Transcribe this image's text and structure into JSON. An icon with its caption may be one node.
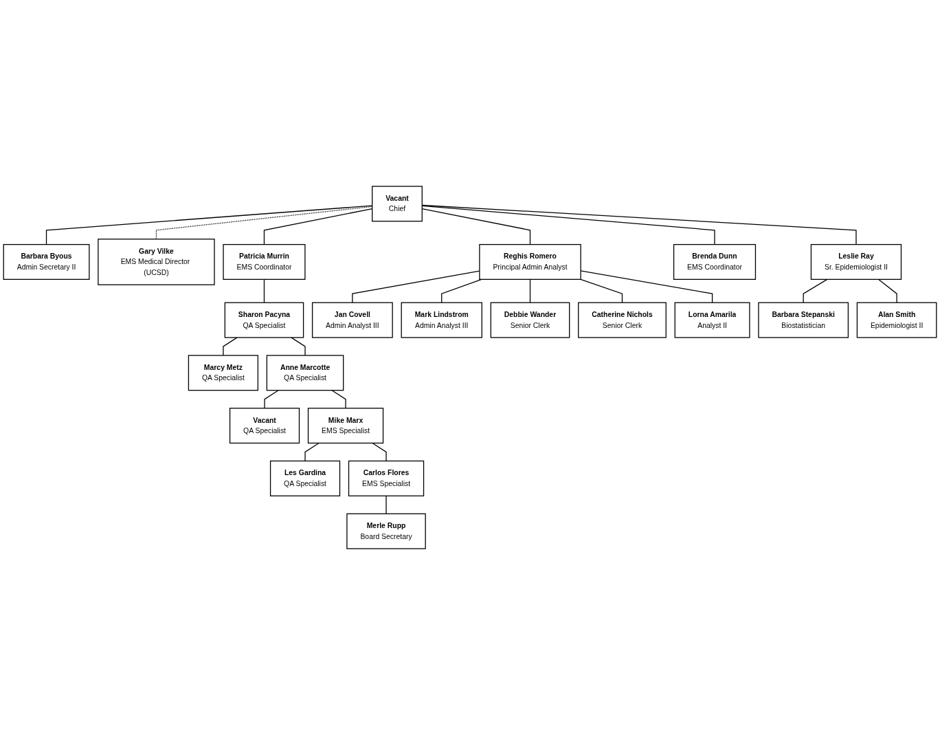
{
  "diagram": {
    "nodes": [
      {
        "text": [
          "Vacant",
          "Chief"
        ]
      },
      {
        "text": [
          "Barbara Byous",
          "Admin Secretary II"
        ]
      },
      {
        "text": [
          "Gary Vilke",
          "EMS Medical Director (UCSD)"
        ]
      },
      {
        "text": [
          "Patricia Murrin",
          "EMS Coordinator"
        ]
      },
      {
        "text": [
          "Reghis Romero",
          "Principal Admin Analyst"
        ]
      },
      {
        "text": [
          "Marcy Metz",
          "QA Specialist"
        ]
      },
      {
        "text": [
          "Sharon Pacyna",
          "QA Specialist"
        ]
      },
      {
        "text": [
          "Jan Covell",
          "Admin Analyst III"
        ]
      },
      {
        "text": [
          "Mark Lindstrom",
          "Admin Analyst III"
        ]
      },
      {
        "text": [
          "Vacant",
          "QA Specialist"
        ]
      },
      {
        "text": [
          "Anne Marcotte",
          "QA Specialist"
        ]
      },
      {
        "text": [
          "Debbie Wander",
          "Senior Clerk"
        ]
      },
      {
        "text": [
          "Catherine Nichols",
          "Senior Clerk"
        ]
      },
      {
        "text": [
          "Les Gardina",
          "QA Specialist"
        ]
      },
      {
        "text": [
          "Mike Marx",
          "EMS Specialist"
        ]
      },
      {
        "text": [
          "Lorna Amarila",
          "Analyst II"
        ]
      },
      {
        "text": [
          "Merle Rupp",
          "Board Secretary"
        ]
      },
      {
        "text": [
          "Carlos Flores",
          "EMS Specialist"
        ]
      },
      {
        "text": [
          "Brenda Dunn",
          "EMS Coordinator"
        ]
      },
      {
        "text": [
          "Leslie Ray",
          "Sr. Epidemiologist II"
        ]
      },
      {
        "text": [
          "Barbara Stepanski",
          "Biostatistician"
        ]
      },
      {
        "text": [
          "Alan Smith",
          "Epidemiologist II"
        ]
      }
    ],
    "edges": [
      {
        "from": 0,
        "to": 1,
        "arrow": "none"
      },
      {
        "from": 0,
        "to": 2,
        "arrow": "none",
        "style": "dashed"
      },
      {
        "from": 0,
        "to": 3,
        "arrow": "none"
      },
      {
        "from": 0,
        "to": 4,
        "arrow": "none"
      },
      {
        "from": 0,
        "to": 18,
        "arrow": "none"
      },
      {
        "from": 0,
        "to": 19,
        "arrow": "none"
      },
      {
        "from": 3,
        "to": 6,
        "arrow": "none"
      },
      {
        "from": 6,
        "to": 5,
        "arrow": "none"
      },
      {
        "from": 6,
        "to": 10,
        "arrow": "none"
      },
      {
        "from": 10,
        "to": 9,
        "arrow": "none"
      },
      {
        "from": 10,
        "to": 14,
        "arrow": "none"
      },
      {
        "from": 14,
        "to": 13,
        "arrow": "none"
      },
      {
        "from": 14,
        "to": 17,
        "arrow": "none"
      },
      {
        "from": 17,
        "to": 16,
        "arrow": "none"
      },
      {
        "from": 4,
        "to": 7,
        "arrow": "none"
      },
      {
        "from": 4,
        "to": 8,
        "arrow": "none"
      },
      {
        "from": 4,
        "to": 11,
        "arrow": "none"
      },
      {
        "from": 4,
        "to": 12,
        "arrow": "none"
      },
      {
        "from": 4,
        "to": 15,
        "arrow": "none"
      },
      {
        "from": 19,
        "to": 20,
        "arrow": "none"
      },
      {
        "from": 19,
        "to": 21,
        "arrow": "none"
      }
    ]
  }
}
